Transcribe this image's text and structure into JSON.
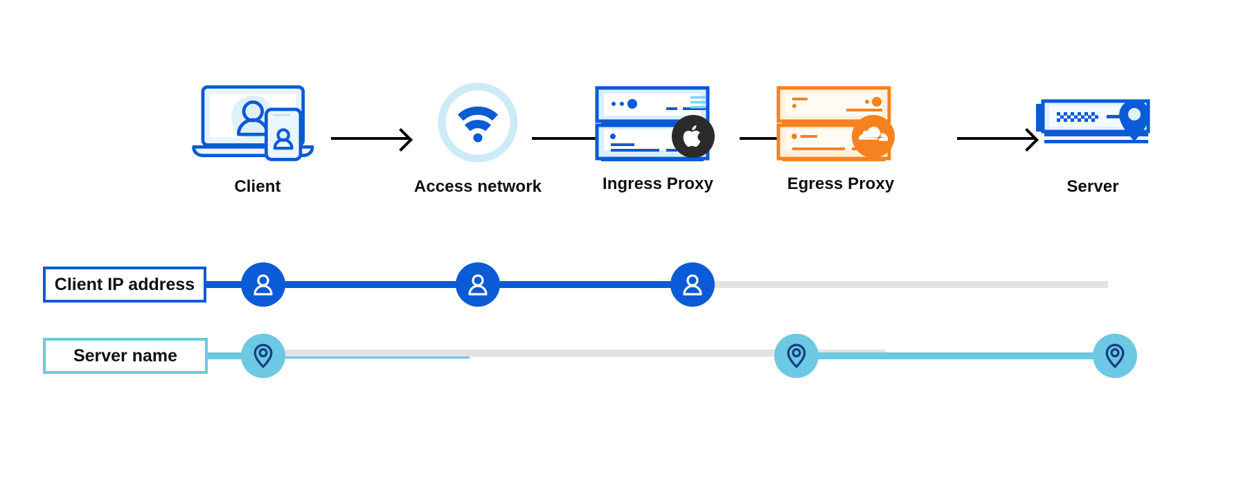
{
  "diagram": {
    "title": "Client to Server network path with identity visibility tracks",
    "background": "#ffffff",
    "colors": {
      "blue": "#0b5ad6",
      "light_blue": "#6dc8e3",
      "pale_blue": "#cdeaf7",
      "navy": "#14417f",
      "orange": "#f6821f",
      "pale_orange": "#fdf3e2",
      "grey_track": "#e2e2e2",
      "black": "#000000"
    }
  },
  "hops": [
    {
      "id": "client",
      "label": "Client",
      "icon": "laptop-and-phone-icon",
      "badge": null
    },
    {
      "id": "access-network",
      "label": "Access network",
      "icon": "wifi-circle-icon",
      "badge": null
    },
    {
      "id": "ingress-proxy",
      "label": "Ingress Proxy",
      "icon": "server-stack-blue-icon",
      "badge": "apple-logo-badge",
      "badge_color": "#2b2b2b"
    },
    {
      "id": "egress-proxy",
      "label": "Egress Proxy",
      "icon": "server-stack-orange-icon",
      "badge": "cloudflare-logo-badge",
      "badge_color": "#f6821f"
    },
    {
      "id": "server",
      "label": "Server",
      "icon": "server-with-pin-icon",
      "badge": null
    }
  ],
  "arrows": [
    {
      "from": "client",
      "to": "access-network"
    },
    {
      "from": "access-network",
      "to": "ingress-proxy"
    },
    {
      "from": "ingress-proxy",
      "to": "egress-proxy"
    },
    {
      "from": "egress-proxy",
      "to": "server"
    }
  ],
  "tracks": [
    {
      "id": "client-ip-address",
      "label": "Client IP address",
      "accent": "#0b5ad6",
      "node_icon": "person-icon",
      "visible_at": [
        "client",
        "access-network",
        "ingress-proxy"
      ],
      "hidden_at": [
        "egress-proxy",
        "server"
      ],
      "node_count": 3
    },
    {
      "id": "server-name",
      "label": "Server name",
      "accent": "#6dc8e3",
      "node_icon": "location-pin-icon",
      "visible_at": [
        "client",
        "egress-proxy",
        "server"
      ],
      "hidden_at": [
        "access-network",
        "ingress-proxy"
      ],
      "node_count": 3
    }
  ]
}
